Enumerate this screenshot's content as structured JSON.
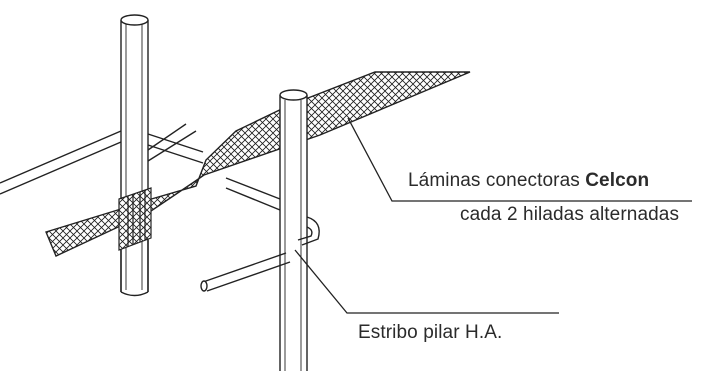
{
  "callouts": {
    "connectors": {
      "line1_prefix": "Láminas conectoras",
      "line1_brand": "Celcon",
      "line2": "cada 2 hiladas alternadas"
    },
    "stirrup": {
      "label": "Estribo pilar H.A."
    }
  },
  "colors": {
    "stroke": "#222222",
    "text": "#2b2b2b",
    "background": "#ffffff"
  }
}
